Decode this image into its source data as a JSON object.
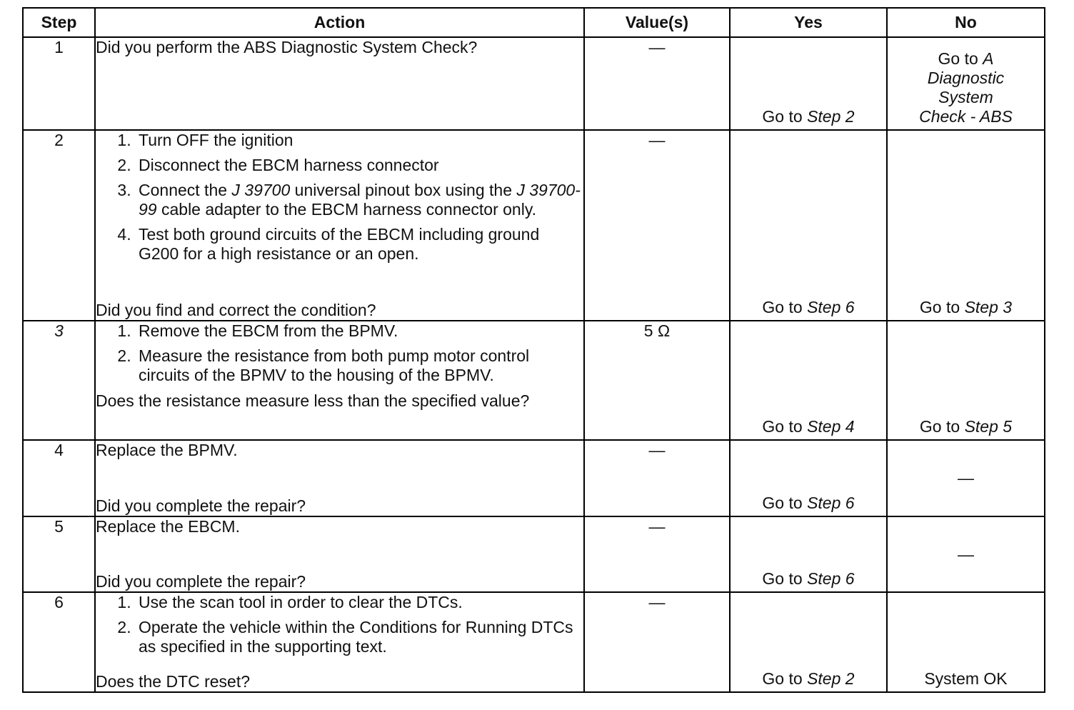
{
  "headers": {
    "step": "Step",
    "action": "Action",
    "values": "Value(s)",
    "yes": "Yes",
    "no": "No"
  },
  "rows": [
    {
      "step": "1",
      "action_items": [],
      "question": "Did you perform the ABS Diagnostic System Check?",
      "value": "—",
      "yes_prefix": "Go to ",
      "yes_ref": "Step 2",
      "no_prefix": "Go to ",
      "no_ref_lines": [
        "A",
        "Diagnostic",
        "System",
        "Check - ABS"
      ]
    },
    {
      "step": "2",
      "action_items": [
        {
          "text": "Turn OFF the ignition"
        },
        {
          "text": "Disconnect the EBCM harness connector"
        },
        {
          "pre": "Connect the ",
          "em1": "J 39700",
          "mid": " universal pinout box using the ",
          "em2": "J 39700-99",
          "post": " cable adapter to the EBCM harness connector only."
        },
        {
          "text": "Test both ground circuits of the EBCM including ground G200 for a high resistance or an open."
        }
      ],
      "question": "Did you find and correct the condition?",
      "value": "—",
      "yes_prefix": "Go to ",
      "yes_ref": "Step 6",
      "no_prefix": "Go to ",
      "no_ref": "Step 3"
    },
    {
      "step": "3",
      "action_items": [
        {
          "text": "Remove the EBCM from the BPMV."
        },
        {
          "text": "Measure the resistance from both pump motor control circuits of the BPMV to the housing of the BPMV."
        }
      ],
      "question": "Does the resistance measure less than the specified value?",
      "value": "5 Ω",
      "yes_prefix": "Go to ",
      "yes_ref": "Step 4",
      "no_prefix": "Go to ",
      "no_ref": "Step 5"
    },
    {
      "step": "4",
      "action_items": [],
      "lead": "Replace the BPMV.",
      "question": "Did you complete the repair?",
      "value": "—",
      "yes_prefix": "Go to ",
      "yes_ref": "Step 6",
      "no_text": "—"
    },
    {
      "step": "5",
      "action_items": [],
      "lead": "Replace the EBCM.",
      "question": "Did you complete the repair?",
      "value": "—",
      "yes_prefix": "Go to ",
      "yes_ref": "Step 6",
      "no_text": "—"
    },
    {
      "step": "6",
      "action_items": [
        {
          "text": "Use the scan tool in order to clear the DTCs."
        },
        {
          "text": "Operate the vehicle within the Conditions for Running DTCs as specified in the supporting text."
        }
      ],
      "question": "Does the DTC reset?",
      "value": "—",
      "yes_prefix": "Go to ",
      "yes_ref": "Step 2",
      "no_text": "System OK"
    }
  ]
}
